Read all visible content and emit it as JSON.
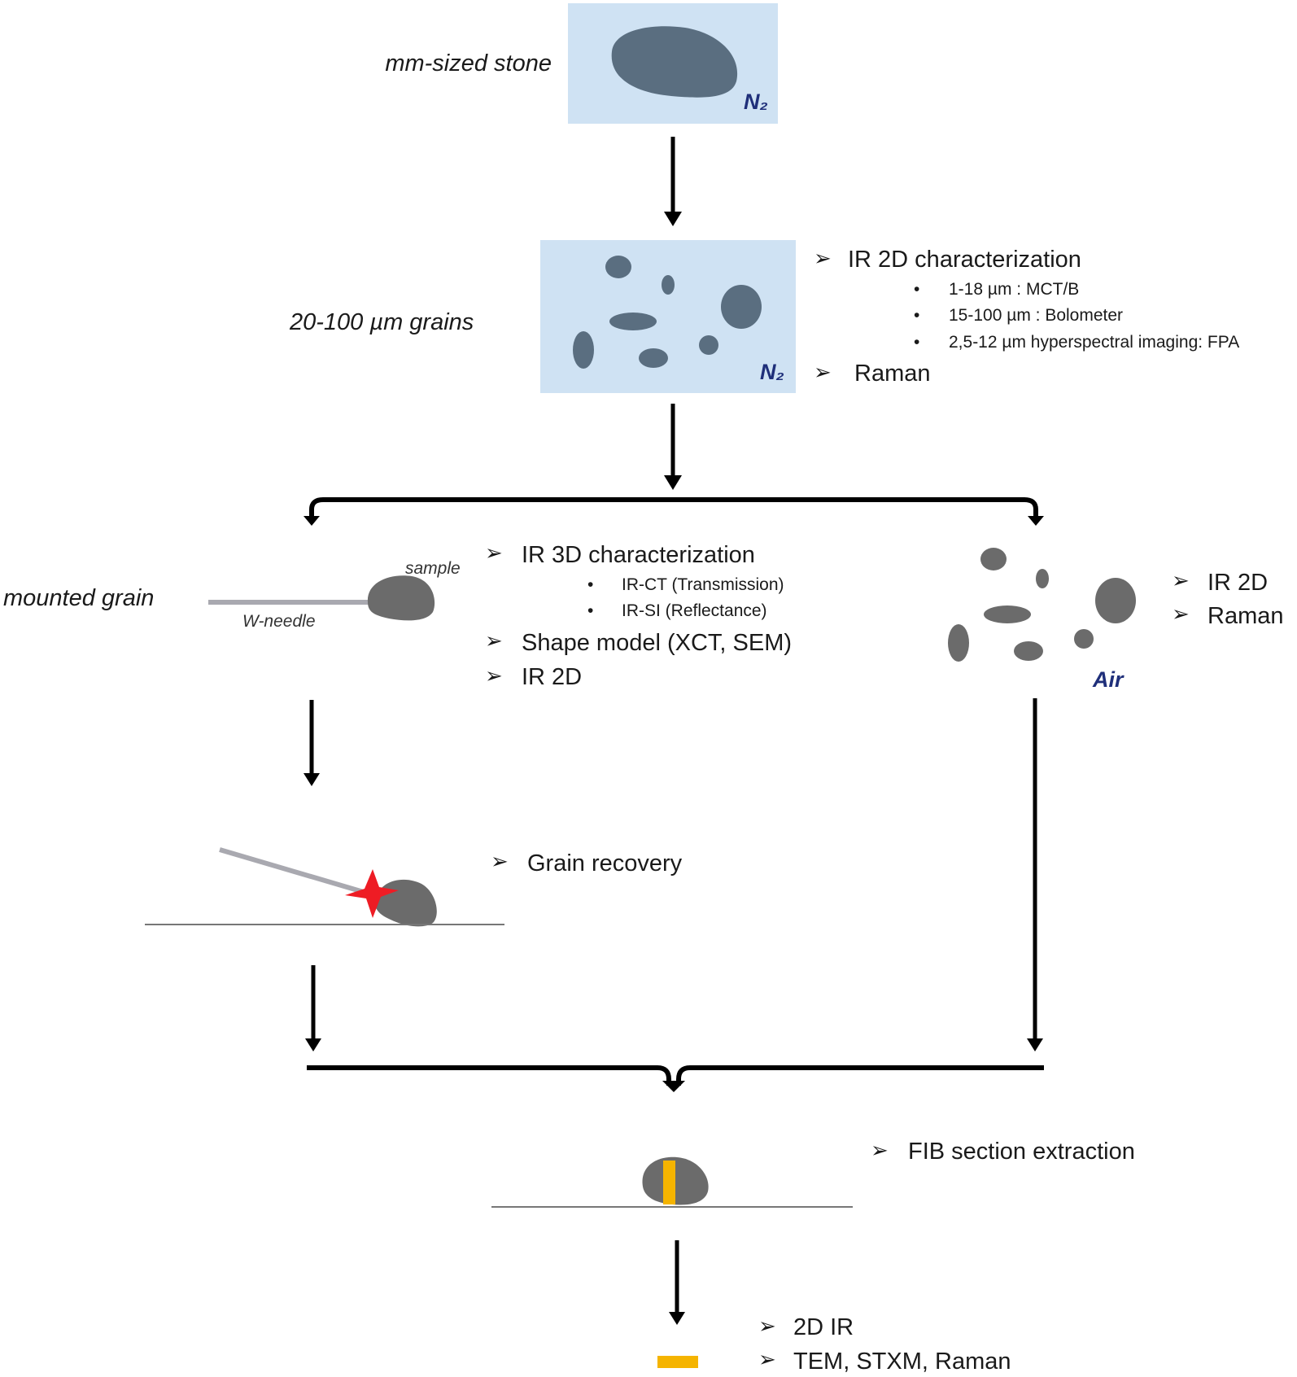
{
  "colors": {
    "box_fill": "#cfe2f3",
    "grain_blue": "#5a6e80",
    "grain_gray": "#6b6b6b",
    "needle": "#a9a9b0",
    "arrow": "#000000",
    "star": "#ee1c24",
    "fib_section": "#f5b400",
    "gas_label": "#1f2f7a",
    "text": "#1a1a1a"
  },
  "labels": {
    "stone": "mm-sized stone",
    "grains": "20-100 µm grains",
    "mounted": "mounted grain",
    "sample": "sample",
    "needle": "W-needle",
    "n2_top": "N₂",
    "n2_mid": "N₂",
    "air": "Air"
  },
  "grains_box": {
    "ir2d_title": "IR 2D characterization",
    "bullets": [
      "1-18 µm : MCT/B",
      "15-100 µm : Bolometer",
      "2,5-12 µm hyperspectral imaging: FPA"
    ],
    "raman": "Raman"
  },
  "mounted_branch": {
    "ir3d_title": "IR 3D characterization",
    "bullets": [
      "IR-CT (Transmission)",
      "IR-SI (Reflectance)"
    ],
    "shape_model": "Shape model (XCT, SEM)",
    "ir2d": "IR 2D"
  },
  "air_branch": {
    "items": [
      "IR 2D",
      "Raman"
    ]
  },
  "recovery": "Grain recovery",
  "fib": "FIB section extraction",
  "final": {
    "items": [
      "2D IR",
      "TEM, STXM, Raman"
    ]
  },
  "glyphs": {
    "chevron": "➢",
    "bullet": "•"
  }
}
